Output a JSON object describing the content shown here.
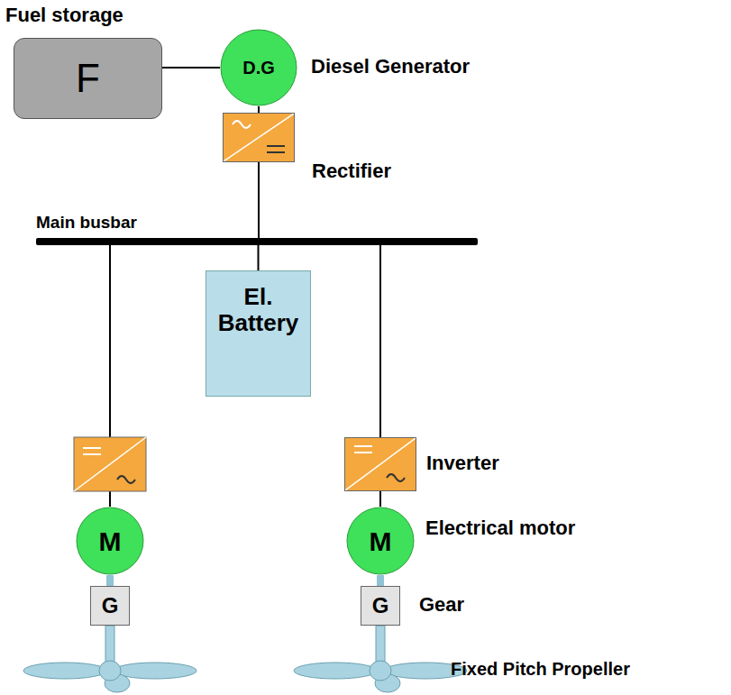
{
  "diagram": {
    "nodes": [
      {
        "text": [
          "Fuel storage",
          "F"
        ]
      },
      {
        "text": [
          "D.G",
          "Diesel Generator"
        ]
      },
      {
        "text": [
          "Rectifier"
        ]
      },
      {
        "text": [
          "Main busbar"
        ]
      },
      {
        "text": [
          "El. Battery"
        ]
      },
      {
        "text": [
          "Inverter"
        ]
      },
      {
        "text": [
          "M"
        ]
      },
      {
        "text": [
          "M",
          "Electrical motor"
        ]
      },
      {
        "text": [
          "G"
        ]
      },
      {
        "text": [
          "G",
          "Gear"
        ]
      }
    ],
    "edges": [
      {
        "from": 0,
        "to": 1,
        "arrow": "none"
      },
      {
        "from": 1,
        "to": 2,
        "arrow": "none"
      },
      {
        "from": 2,
        "to": 3,
        "arrow": "none"
      },
      {
        "from": 3,
        "to": 4,
        "arrow": "none"
      },
      {
        "from": 3,
        "to": 5,
        "arrow": "none"
      },
      {
        "from": 5,
        "to": 7,
        "arrow": "none"
      },
      {
        "from": 6,
        "to": 8,
        "arrow": "none"
      },
      {
        "from": 7,
        "to": 9,
        "arrow": "none"
      }
    ],
    "labels": [
      "Fixed Pitch Propeller"
    ]
  }
}
